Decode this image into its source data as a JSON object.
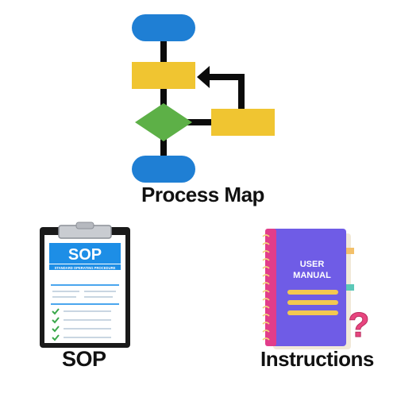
{
  "colors": {
    "terminator_blue": "#1f7fd4",
    "process_yellow": "#f0c531",
    "decision_green": "#5db047",
    "connector_black": "#0b0b0b",
    "sop_banner_blue": "#1d8ee6",
    "check_green": "#3aa84b",
    "manual_purple": "#6f5ce6",
    "manual_spine_pink": "#e23d8a",
    "question_mark_pink": "#e8457f"
  },
  "process_map": {
    "caption": "Process Map",
    "icon": "flowchart-icon"
  },
  "sop": {
    "caption": "SOP",
    "icon": "clipboard-icon",
    "banner_text": "SOP",
    "banner_subtitle": "STANDARD OPERATING PROCEDURE"
  },
  "instructions": {
    "caption": "Instructions",
    "icon": "user-manual-icon",
    "cover_line1": "USER",
    "cover_line2": "MANUAL",
    "mark": "?"
  }
}
